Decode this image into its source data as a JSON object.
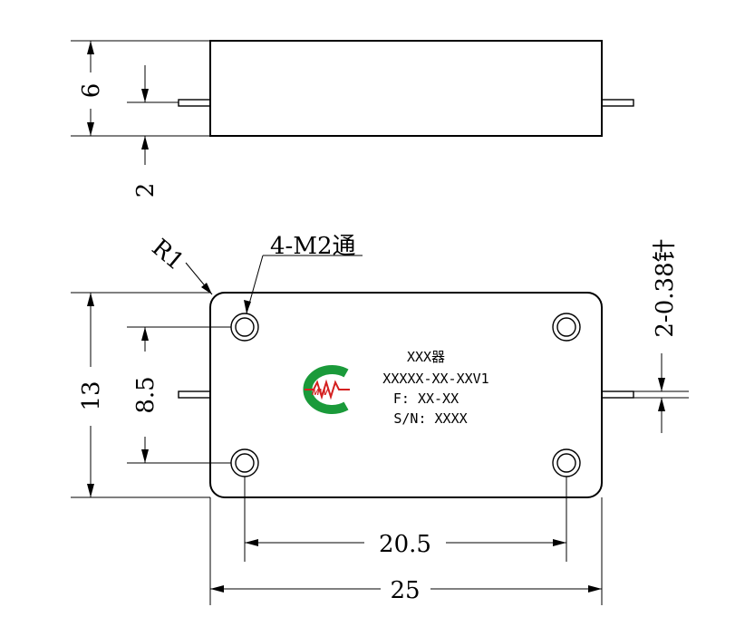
{
  "dimensions": {
    "side_height": "6",
    "pin_height": "2",
    "mount_hole_spacing_vertical": "8.5",
    "body_height": "13",
    "mount_hole_spacing_horizontal": "20.5",
    "body_width": "25",
    "corner_radius": "R1",
    "mount_holes": "4-M2通",
    "pin_diameter": "2-0.38针"
  },
  "label": {
    "line1": "XXX器",
    "line2": "XXXXX-XX-XXV1",
    "line3": "F: XX-XX",
    "line4": "S/N: XXXX"
  },
  "logo": {
    "letters": "MW",
    "color_ring": "#1a9a3a",
    "color_text": "#d42020"
  }
}
